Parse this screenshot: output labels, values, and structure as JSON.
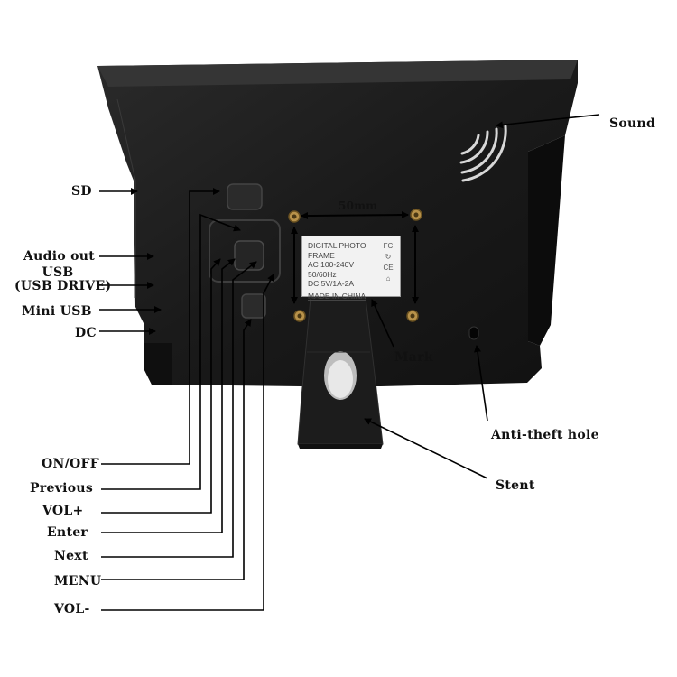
{
  "labels": {
    "sd": "SD",
    "audio_out": "Audio out",
    "usb": "USB",
    "usb_drive": "(USB DRIVE)",
    "mini_usb": "Mini USB",
    "dc": "DC",
    "sound": "Sound",
    "dimension": "50mm",
    "mark": "Mark",
    "anti_theft_hole": "Anti-theft hole",
    "stent": "Stent",
    "on_off": "ON/OFF",
    "previous": "Previous",
    "vol_plus": "VOL+",
    "enter": "Enter",
    "next": "Next",
    "menu": "MENU",
    "vol_minus": "VOL-"
  },
  "rating_plate": {
    "line1": "DIGITAL PHOTO FRAME",
    "line2": "AC 100-240V",
    "line3": "50/60Hz",
    "line4": "DC 5V/1A-2A",
    "line5": "MADE IN CHINA",
    "mark_fc": "FC",
    "mark_ce": "CE"
  },
  "colors": {
    "frame_body": "#1c1c1c",
    "frame_edge": "#2b2b2b",
    "screw": "#b8924a",
    "leader_line": "#000000"
  }
}
